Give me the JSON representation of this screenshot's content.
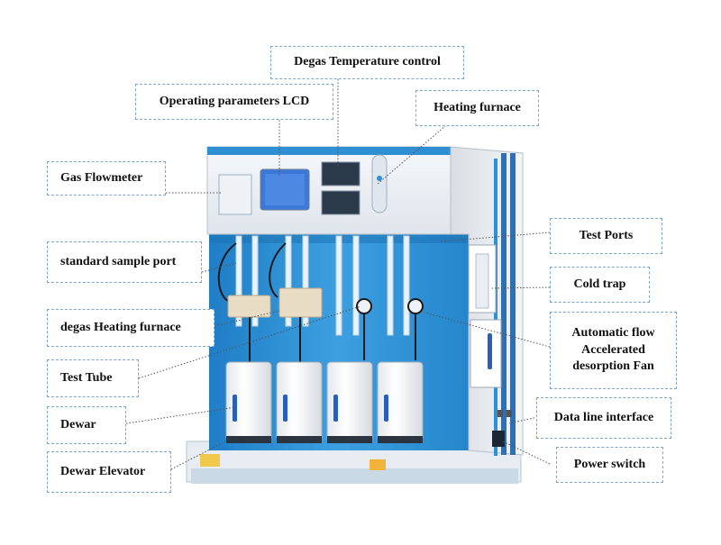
{
  "labels": {
    "degas_temperature_control": "Degas Temperature control",
    "operating_parameters_lcd": "Operating parameters LCD",
    "heating_furnace": "Heating furnace",
    "gas_flowmeter": "Gas Flowmeter",
    "test_ports": "Test Ports",
    "standard_sample_port": "standard sample port",
    "cold_trap": "Cold trap",
    "degas_heating_furnace": "degas Heating furnace",
    "automatic_flow_line1": "Automatic flow",
    "automatic_flow_line2": "Accelerated",
    "automatic_flow_line3": "desorption Fan",
    "test_tube": "Test Tube",
    "dewar": "Dewar",
    "data_line_interface": "Data line interface",
    "dewar_elevator": "Dewar Elevator",
    "power_switch": "Power switch"
  },
  "colors": {
    "cabinet_blue": "#2f8fd3",
    "panel_light": "#e9eef3",
    "callout_border": "#7aa6c9",
    "dewar_white": "#f4f6f8"
  }
}
